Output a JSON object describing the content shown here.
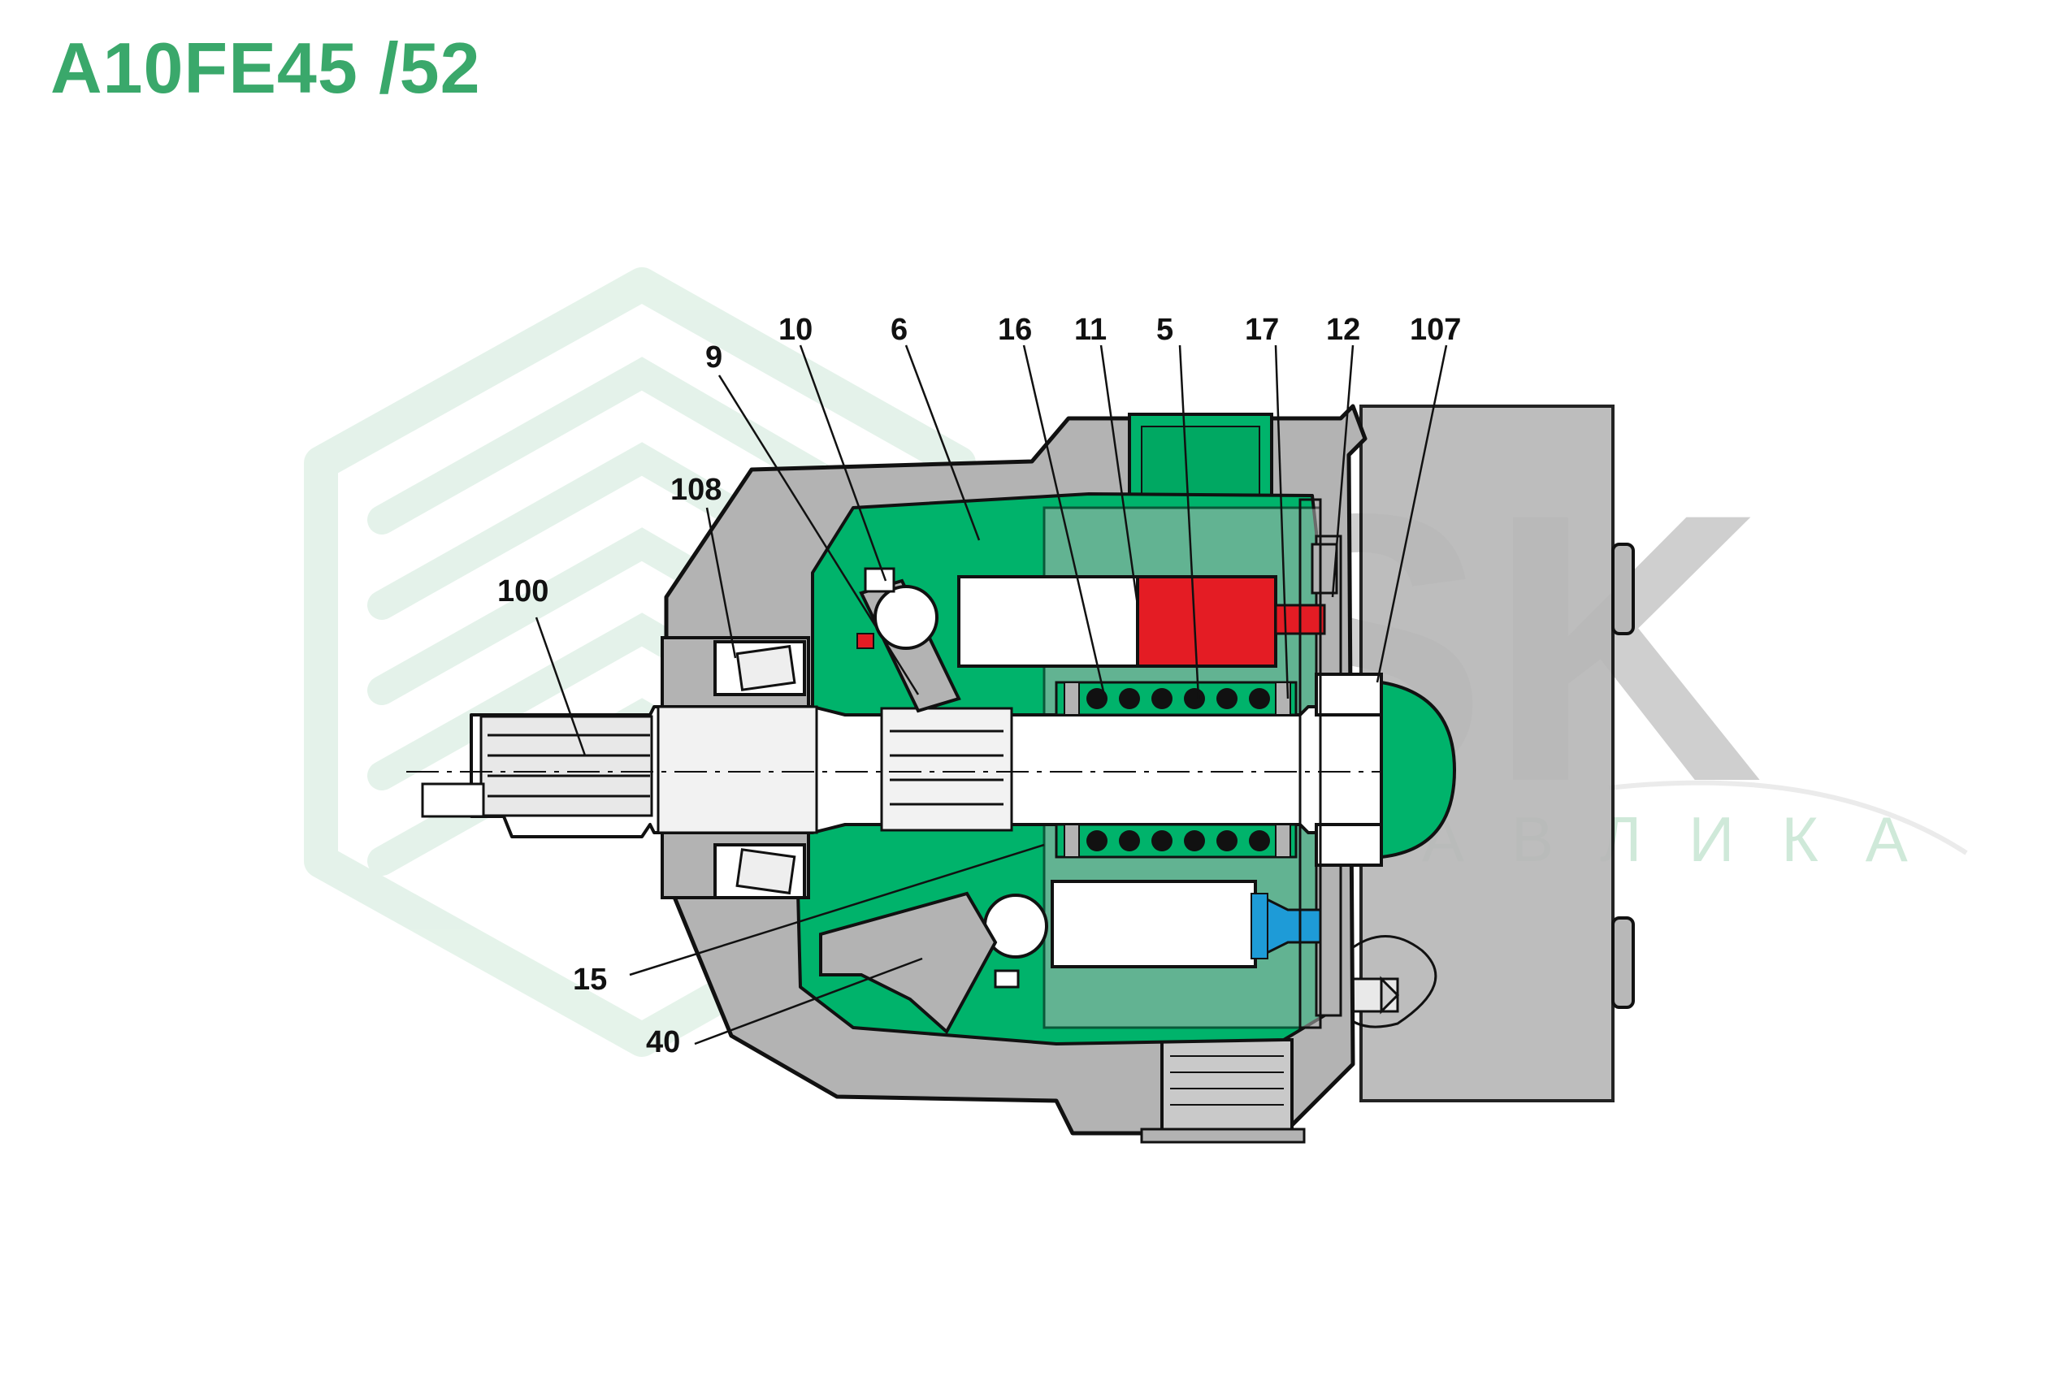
{
  "page": {
    "title": "A10FE45 /52"
  },
  "watermark": {
    "brand": "ZSK",
    "subtitle": "ГИДРАВЛИКА"
  },
  "callouts": {
    "c100": "100",
    "c108": "108",
    "c9": "9",
    "c10": "10",
    "c6": "6",
    "c16": "16",
    "c11": "11",
    "c5": "5",
    "c17": "17",
    "c12": "12",
    "c107": "107",
    "c15": "15",
    "c40": "40"
  },
  "colors": {
    "title": "#3aa86b",
    "housing": "#b3b3b3",
    "housing_dark": "#9d9d9d",
    "oil": "#00b36b",
    "part": "#ffffff",
    "piston_high": "#e41c24",
    "piston_low": "#1e9bd7",
    "watermark": "#cfe9d9"
  }
}
